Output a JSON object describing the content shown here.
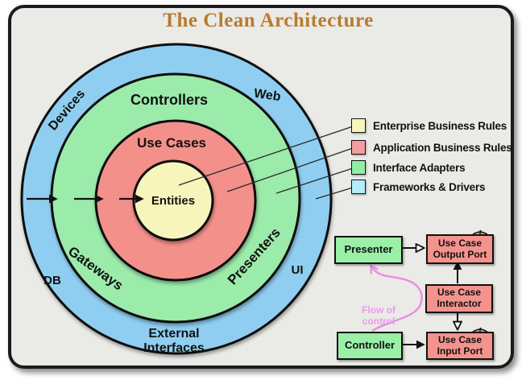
{
  "title": "The Clean Architecture",
  "theme": {
    "title_color": "#B97B2E",
    "frame_bg": "#EAEAE7",
    "ring_blue": "#8FCEF0",
    "ring_green": "#9BEBAB",
    "ring_red": "#F4908A",
    "ring_yellow": "#F8F5BC",
    "box_green": "#99F0A6",
    "box_pink": "#F4938D",
    "magenta": "#E98CE2",
    "magenta_text": "#EE9AE6",
    "line_color": "#111111"
  },
  "circle_labels": {
    "controllers": "Controllers",
    "use_cases": "Use Cases",
    "entities": "Entities",
    "devices": "Devices",
    "web": "Web",
    "db": "DB",
    "gateways": "Gateways",
    "presenters": "Presenters",
    "ui": "UI",
    "external_line1": "External",
    "external_line2": "Interfaces"
  },
  "legend": {
    "items": [
      {
        "label": "Enterprise Business Rules",
        "color": "#F8F5BC"
      },
      {
        "label": "Application Business Rules",
        "color": "#F49C9F"
      },
      {
        "label": "Interface Adapters",
        "color": "#90EEA2"
      },
      {
        "label": "Frameworks & Drivers",
        "color": "#B2EEFA"
      }
    ]
  },
  "flow": {
    "presenter": "Presenter",
    "controller": "Controller",
    "output_port": "Use Case\nOutput Port",
    "interactor": "Use Case\nInteractor",
    "input_port": "Use Case\nInput Port",
    "flow_of_control": "Flow of control",
    "interface_marker": "I"
  }
}
